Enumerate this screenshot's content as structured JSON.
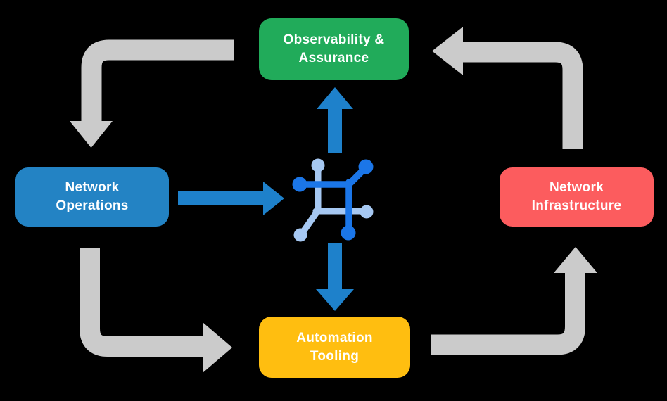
{
  "diagram": {
    "background_color": "#000000",
    "nodes": {
      "observability": {
        "label": "Observability &\nAssurance",
        "color": "#21AB5A"
      },
      "operations": {
        "label": "Network\nOperations",
        "color": "#2383C4"
      },
      "infrastructure": {
        "label": "Network\nInfrastructure",
        "color": "#FC5C5E"
      },
      "automation": {
        "label": "Automation\nTooling",
        "color": "#FFBE10"
      }
    },
    "colors": {
      "background": "#000000",
      "label_text": "#FFFFFF",
      "arrow_gray": "#CBCBCB",
      "arrow_blue": "#1E81CB",
      "icon_dark": "#1B76E8",
      "icon_light": "#A6C8F2"
    },
    "center_icon": "network-automation-icon"
  }
}
